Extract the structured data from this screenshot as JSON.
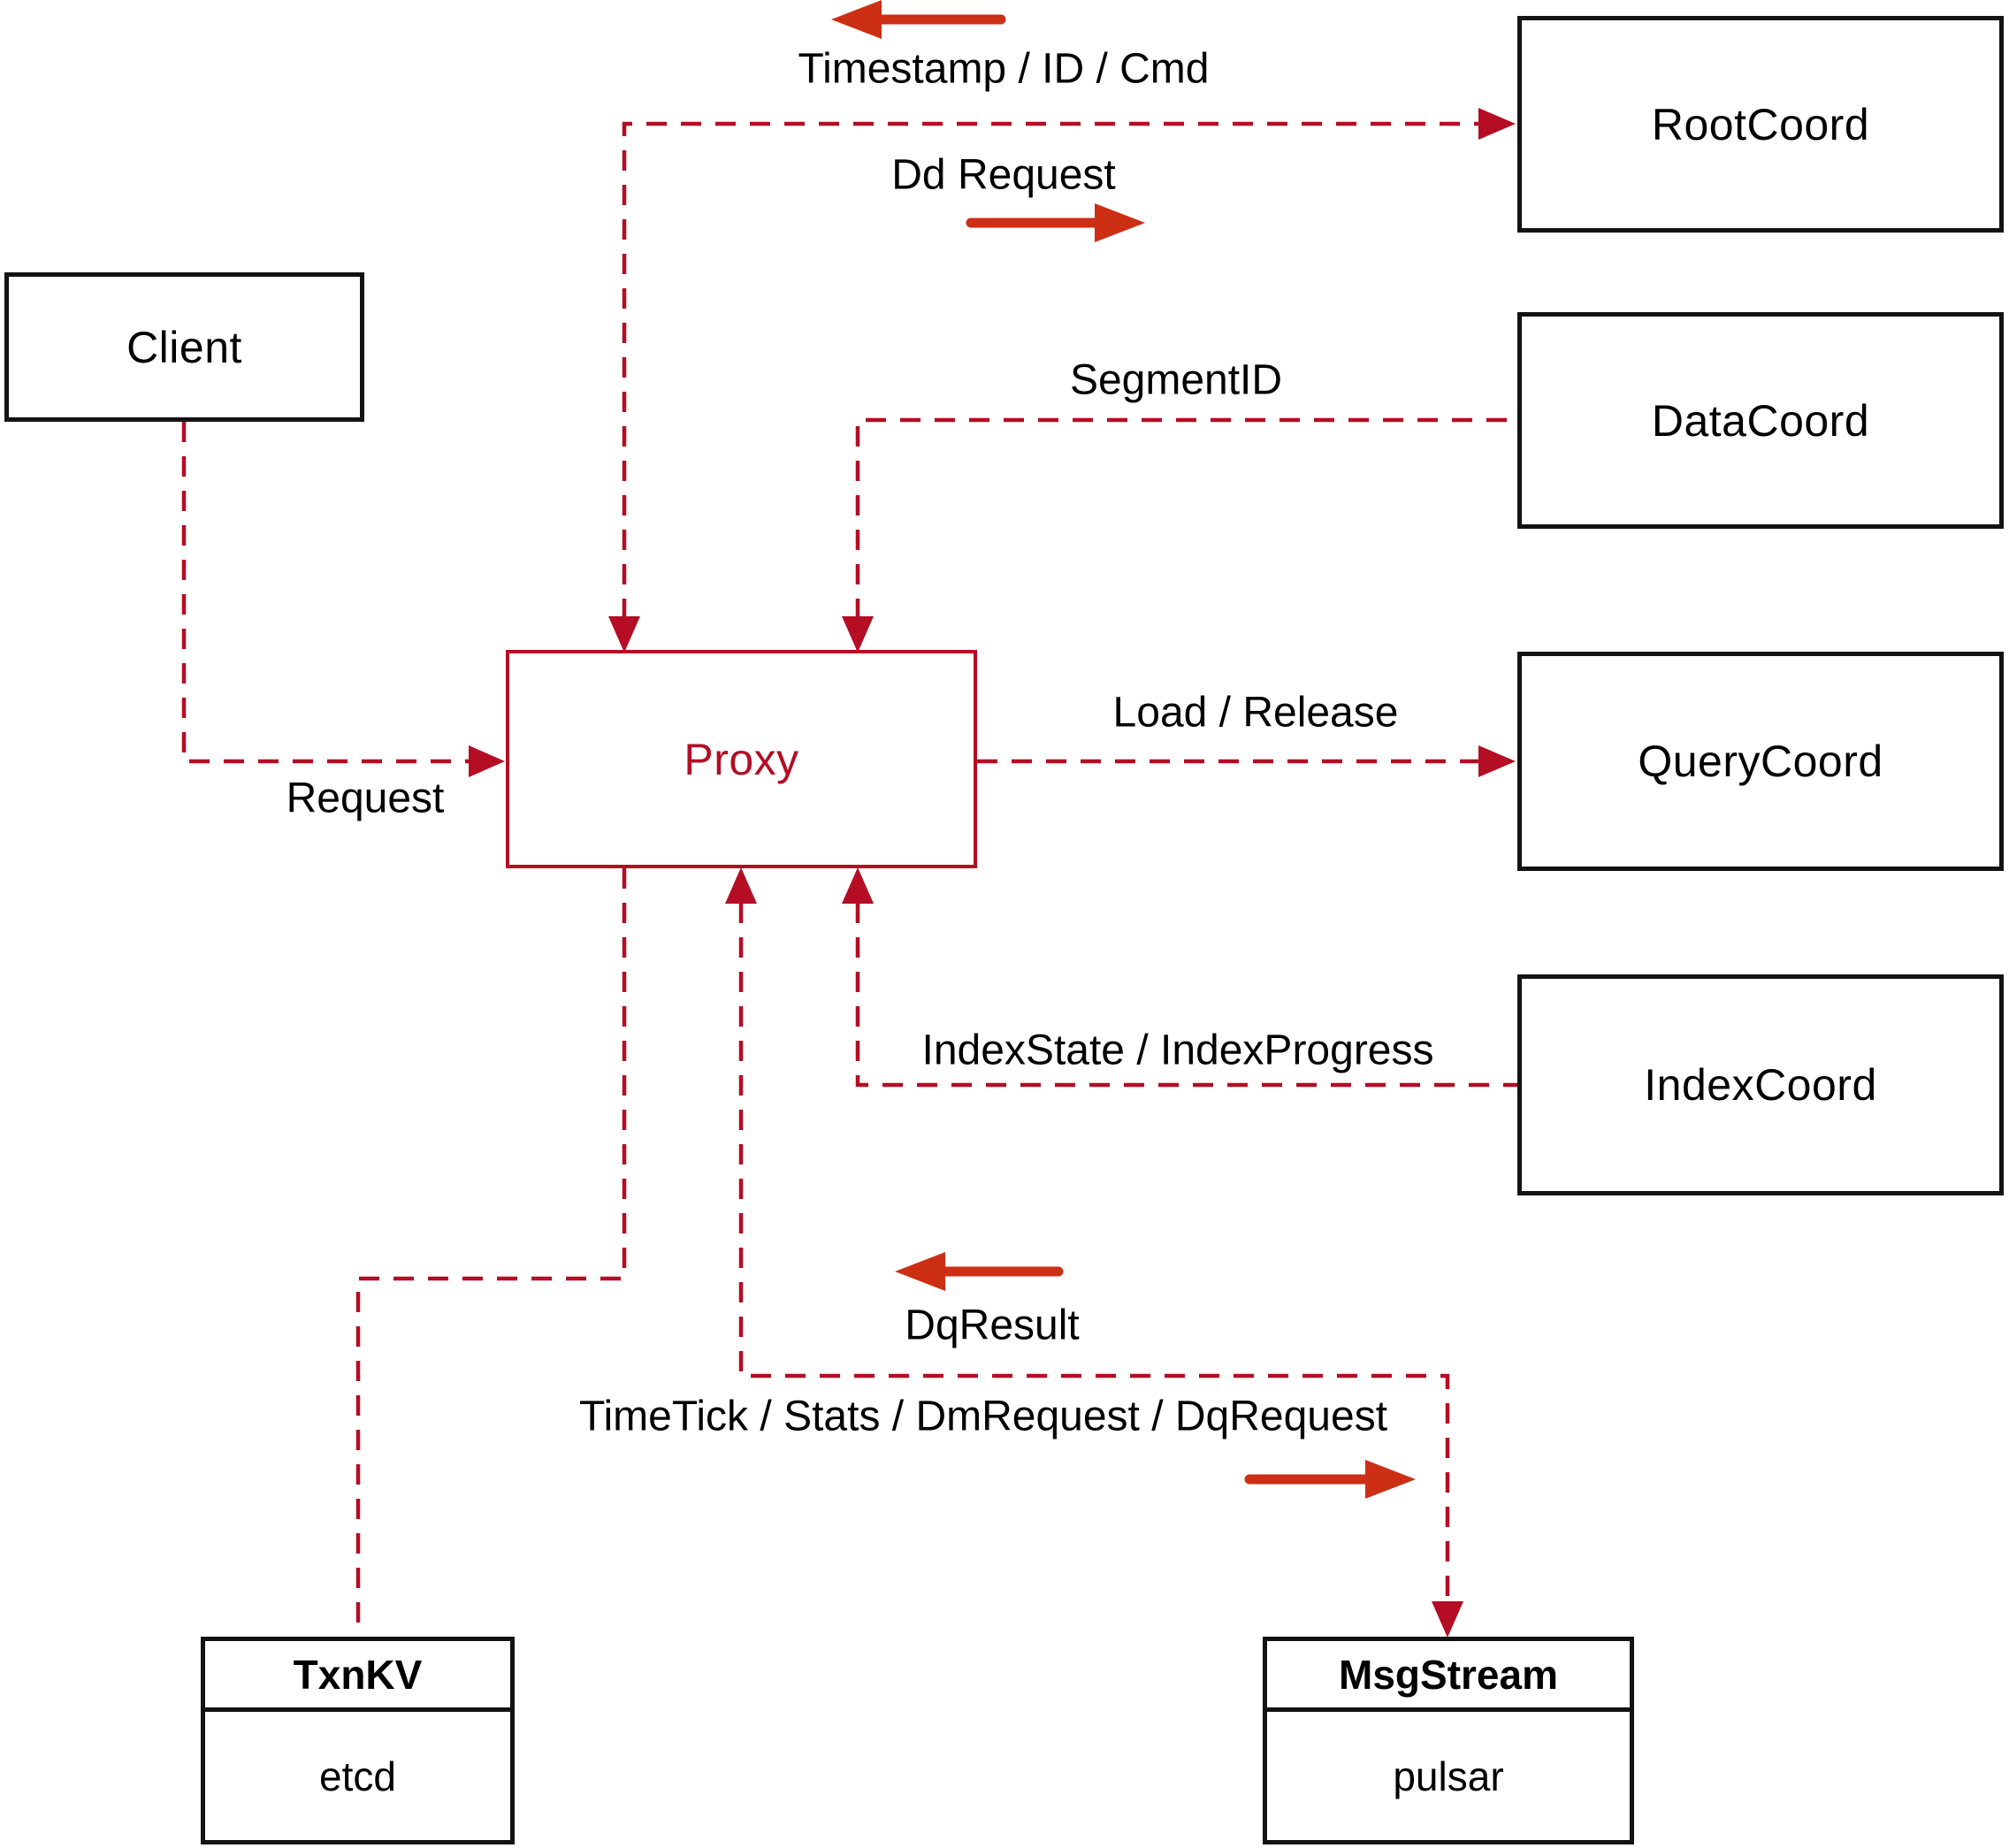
{
  "diagram": {
    "colors": {
      "dashed_line": "#b40d24",
      "direction_arrow": "#cc2f14",
      "node_border": "#131313",
      "text": "#000000"
    },
    "nodes": {
      "client": {
        "label": "Client"
      },
      "proxy": {
        "label": "Proxy"
      },
      "root_coord": {
        "label": "RootCoord"
      },
      "data_coord": {
        "label": "DataCoord"
      },
      "query_coord": {
        "label": "QueryCoord"
      },
      "index_coord": {
        "label": "IndexCoord"
      },
      "txn_kv": {
        "title": "TxnKV",
        "impl": "etcd"
      },
      "msg_stream": {
        "title": "MsgStream",
        "impl": "pulsar"
      }
    },
    "edge_labels": {
      "timestamp": "Timestamp / ID / Cmd",
      "dd_request": "Dd Request",
      "segment_id": "SegmentID",
      "request": "Request",
      "load_release": "Load / Release",
      "index_state": "IndexState / IndexProgress",
      "dq_result": "DqResult",
      "timetick": "TimeTick / Stats / DmRequest / DqRequest"
    }
  }
}
